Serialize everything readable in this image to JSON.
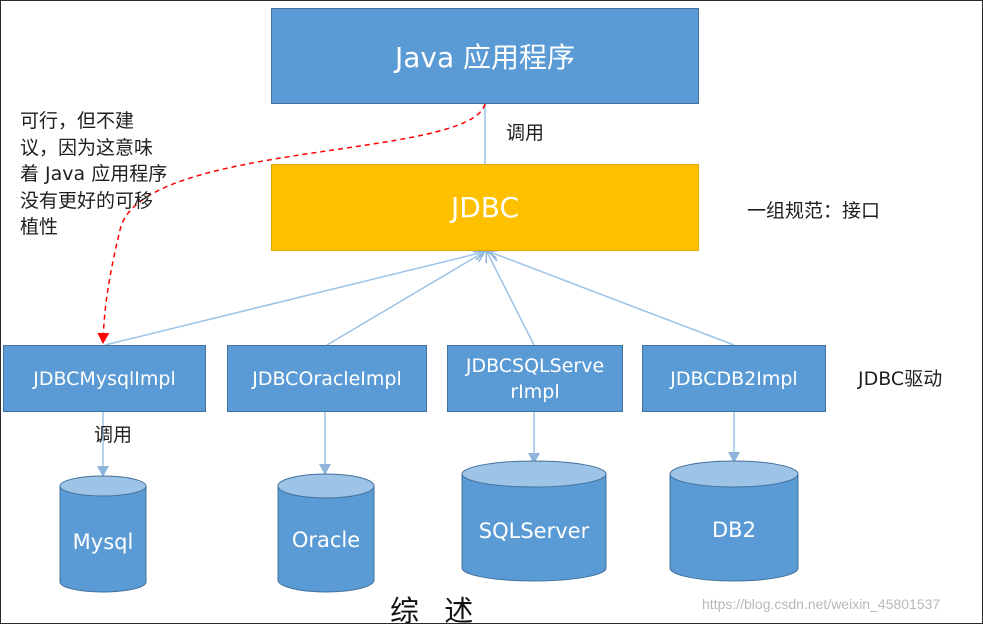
{
  "top": {
    "app_label": "Java 应用程序",
    "call_label": "调用"
  },
  "jdbc": {
    "label": "JDBC",
    "spec_label": "一组规范：接口"
  },
  "note": {
    "text": "可行，但不建议，因为这意味着 Java 应用程序没有更好的可移植性"
  },
  "drivers": {
    "group_label": "JDBC驱动",
    "call_label": "调用",
    "impls": [
      {
        "label": "JDBCMysqlImpl"
      },
      {
        "label": "JDBCOracleImpl"
      },
      {
        "label": "JDBCSQLServerImpl"
      },
      {
        "label": "JDBCDB2Impl"
      }
    ]
  },
  "databases": [
    {
      "label": "Mysql"
    },
    {
      "label": "Oracle"
    },
    {
      "label": "SQLServer"
    },
    {
      "label": "DB2"
    }
  ],
  "caption": "综 述",
  "watermark": "https://blog.csdn.net/weixin_45801537",
  "colors": {
    "app_fill": "#5b9bd5",
    "jdbc_fill": "#ffc000",
    "arrow_blue": "#9dc3e6",
    "dashed_red": "#ff0000"
  }
}
